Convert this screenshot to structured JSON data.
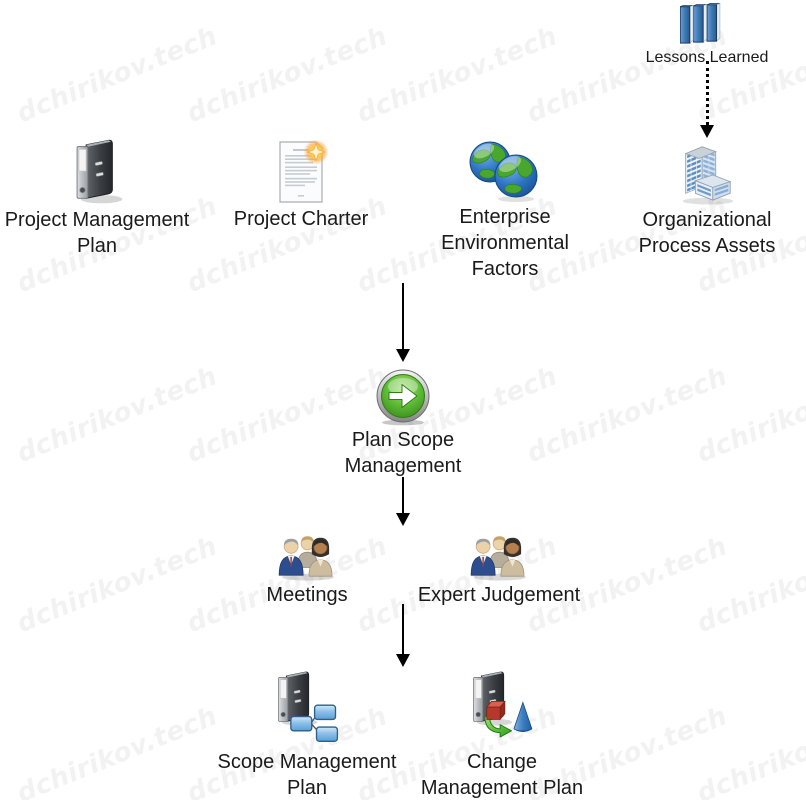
{
  "watermark": {
    "text": "dchirikov.tech",
    "color": "#f2f2f2"
  },
  "colors": {
    "background": "#ffffff",
    "label_text": "#1a1a1a",
    "arrow": "#000000",
    "process_green": "#4caf2a",
    "book_blue": "#3d7ab5",
    "building_blue": "#5d8fc4",
    "flow_box_blue": "#5ba3d9",
    "cube_red": "#b7382b",
    "cone_blue": "#2e75b6",
    "suit_navy": "#2c4e8f"
  },
  "nodes": {
    "lessons": {
      "label": "Lessons Learned"
    },
    "pmp": {
      "line1": "Project Management",
      "line2": "Plan"
    },
    "charter": {
      "label": "Project Charter"
    },
    "eef": {
      "line1": "Enterprise",
      "line2": "Environmental",
      "line3": "Factors"
    },
    "opa": {
      "line1": "Organizational",
      "line2": "Process Assets"
    },
    "process": {
      "line1": "Plan Scope",
      "line2": "Management"
    },
    "meetings": {
      "label": "Meetings"
    },
    "expert": {
      "label": "Expert Judgement"
    },
    "scope_plan": {
      "line1": "Scope Management",
      "line2": "Plan"
    },
    "change_plan": {
      "line1": "Change",
      "line2": "Management Plan"
    }
  }
}
